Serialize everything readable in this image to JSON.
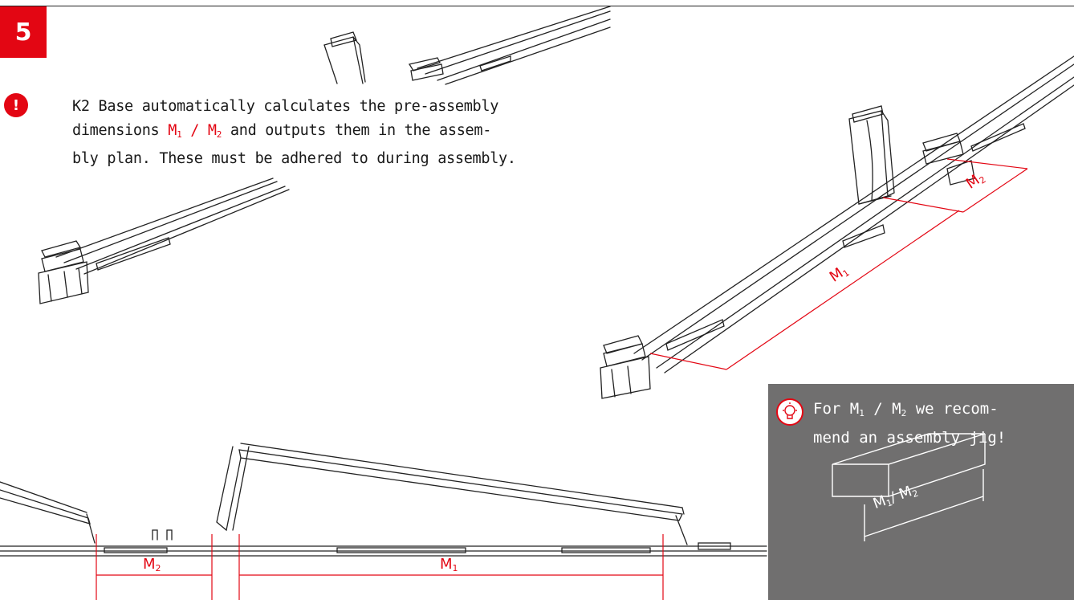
{
  "step": {
    "number": "5"
  },
  "notice": {
    "icon": "exclamation-icon",
    "line1": "K2 Base automatically calculates the pre-assembly",
    "line2_pre": "dimensions ",
    "m": "M",
    "sub1": "1",
    "sub2": "2",
    "slash": " / ",
    "line2_post": " and outputs them in the assem-",
    "line3": "bly plan. These must be adhered to during assembly."
  },
  "tip": {
    "icon": "lightbulb-icon",
    "pre": "For ",
    "m": "M",
    "sub1": "1",
    "sub2": "2",
    "slash": " / ",
    "post1": " we recom-",
    "line2": "mend an assembly jig!",
    "jig_label_m": "M",
    "jig_sub1": "1",
    "jig_slash": "/ ",
    "jig_sub2": "2"
  },
  "dimensions": {
    "m": "M",
    "sub1": "1",
    "sub2": "2"
  },
  "colors": {
    "accent": "#e30613",
    "tip_bg": "#706f6f"
  }
}
